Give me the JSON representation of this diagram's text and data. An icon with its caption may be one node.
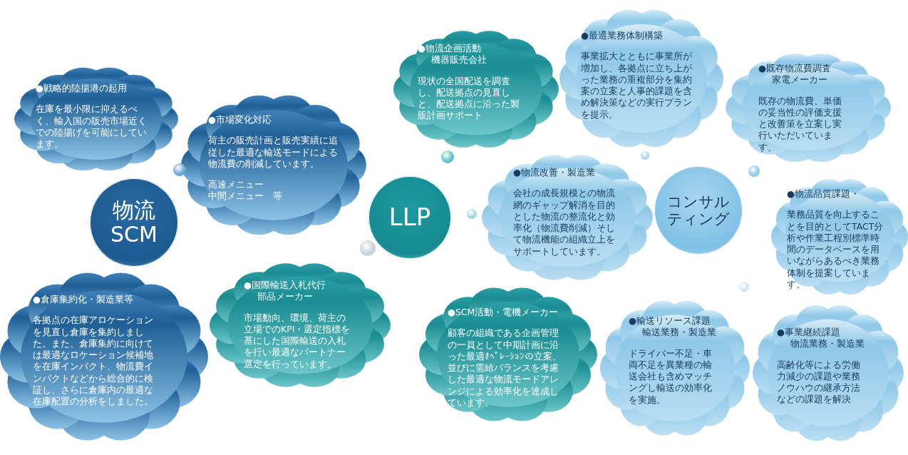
{
  "diagram": {
    "nodes": [
      {
        "text": [
          "物流SCM"
        ]
      },
      {
        "text": [
          "LLP"
        ]
      },
      {
        "text": [
          "コンサルティング"
        ]
      },
      {
        "text": [
          "●戦略的陸揚港の起用",
          "在庫を最小限に抑えるべく、輸入国の販売市場近くでの陸揚げを可能にしています。"
        ]
      },
      {
        "text": [
          "●市場変化対応",
          "荷主の販売計画と販売実績に追従した最適な輸送モードによる物流費の削減しています。",
          "高速メニュー",
          "中間メニュー　等"
        ]
      },
      {
        "text": [
          "●倉庫集約化・製造業等",
          "各拠点の在庫アロケーションを見直し倉庫を集約しました。また、倉庫集約に向けては最適なロケーション候補地を在庫インパクト、物流費インパクトなどから総合的に検証し、さらに倉庫内の最適な在庫配置の分析をしました。"
        ]
      },
      {
        "text": [
          "●国際輸送入札代行",
          "部品メーカー",
          "市場動向、環境、荷主の立場でのKPI・選定指標を基にした国際輸送の入札を行い最適なパートナー選定を行っています。"
        ]
      },
      {
        "text": [
          "●物流企画活動",
          "機器販売会社",
          "現状の全国配送を調査し、配送拠点の見直しと、配送拠点に沿った製販計画サポート"
        ]
      },
      {
        "text": [
          "●最適業務体制構築",
          "事業拡大とともに事業所が増加し、各拠点に立ち上がった業務の重複部分を集約案の立案と人事的課題を含め解決策などの実行プランを提示。"
        ]
      },
      {
        "text": [
          "●既存物流費調査",
          "家電メーカー",
          "既存の物流費、単価の妥当性の評価支援と改善策を立案し実行いただいています。"
        ]
      },
      {
        "text": [
          "●物流改善・製造業",
          "会社の成長規模との物流網のギャップ解消を目的とした物流の整流化と効率化（物流費削減）そして物流機能の組織立上をサポートしています。"
        ]
      },
      {
        "text": [
          "●物流品質課題・",
          "業務品質を向上することを目的としてTACT分析や作業工程別標準時間のデータベースを用いながらあるべき業務体制を提案しています。"
        ]
      },
      {
        "text": [
          "●SCM活動・電機メーカー",
          "顧客の組織である企画管理の一員として中期計画に沿った最適ｵﾍﾟﾚｰｼｮﾝの立案、並びに需給バランスを考慮した最適な物流モードアレンジによる効率化を達成しています。"
        ]
      },
      {
        "text": [
          "●輸送リソース課題",
          "輸送業務・製造業",
          "ドライバー不足・車両不足を異業種の輸送会社も含めマッチングし輸送の効率化を実施。"
        ]
      },
      {
        "text": [
          "●事業継続課題",
          "物流業務・製造業",
          "高齢化等による労働力減少の課題や業務ノウハウの継承方法などの課題を解決"
        ]
      }
    ]
  }
}
